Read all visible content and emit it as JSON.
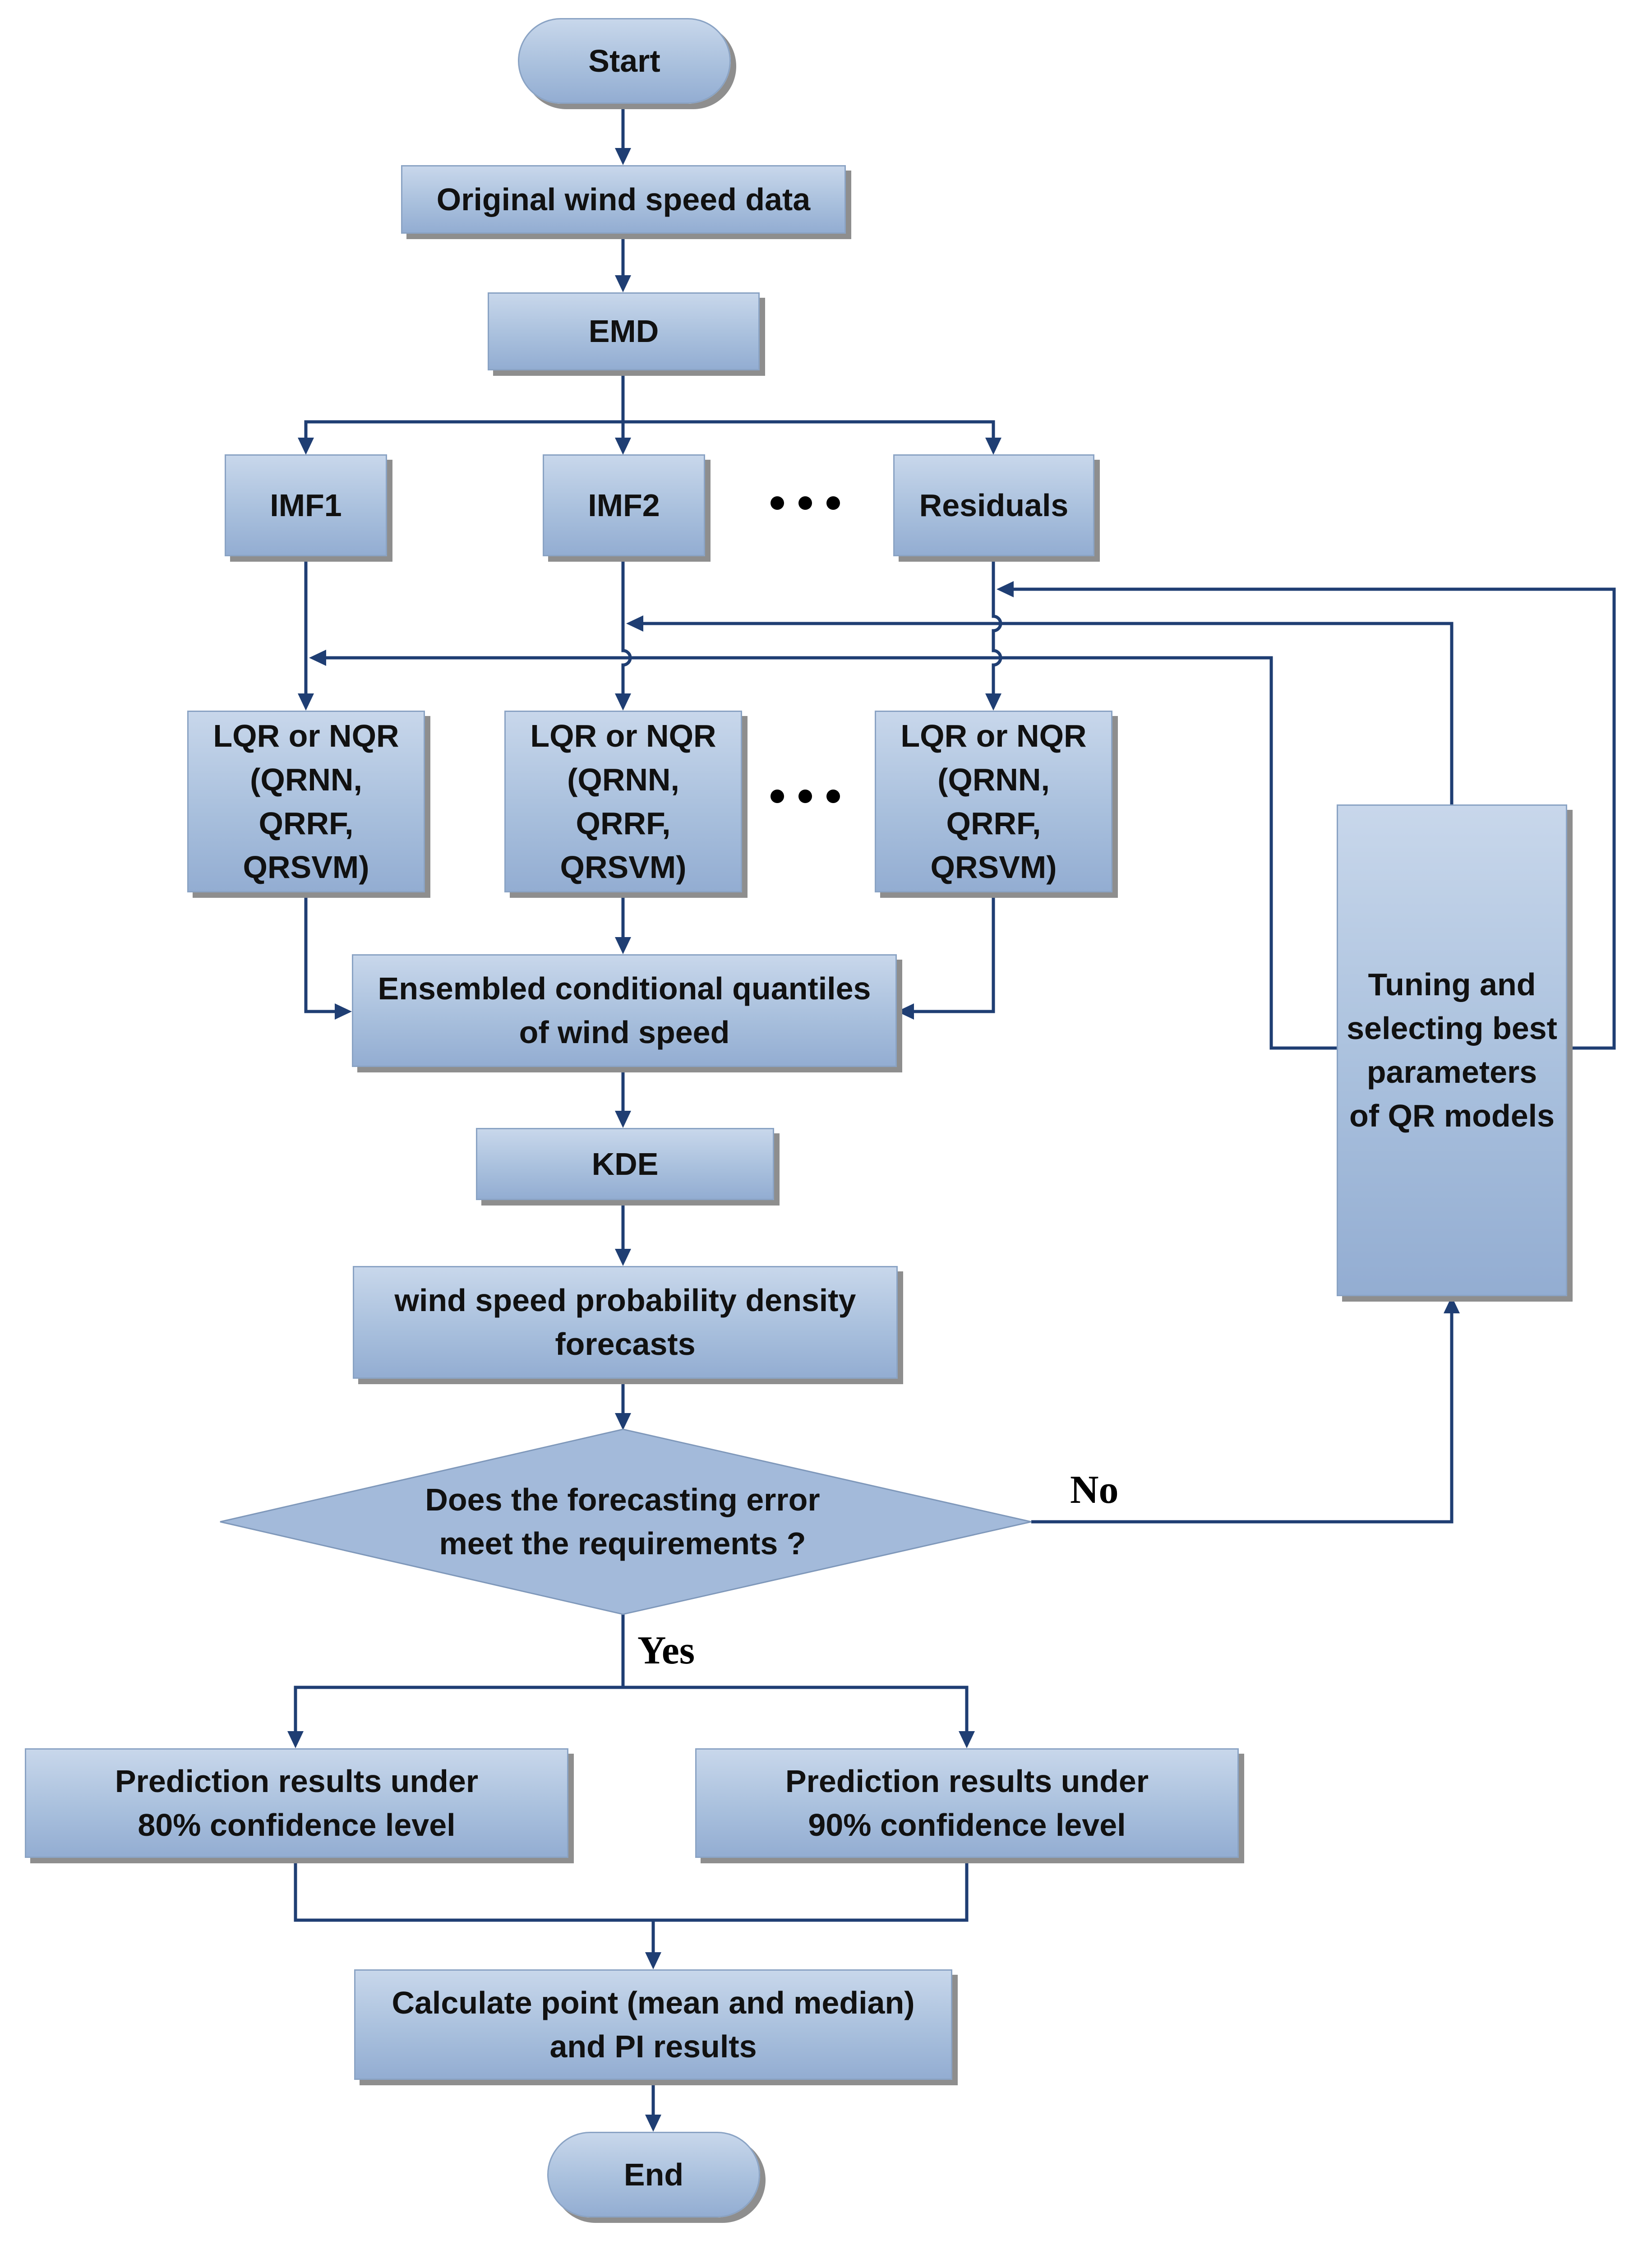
{
  "nodes": {
    "start": "Start",
    "original": "Original wind speed data",
    "emd": "EMD",
    "imf1": "IMF1",
    "imf2": "IMF2",
    "residuals": "Residuals",
    "qr_model": [
      "LQR or NQR",
      "(QRNN,",
      "QRRF,",
      "QRSVM)"
    ],
    "ensembled": [
      "Ensembled conditional quantiles",
      "of wind speed"
    ],
    "kde": "KDE",
    "forecasts": [
      "wind speed probability density",
      "forecasts"
    ],
    "decision": [
      "Does the forecasting error",
      "meet the requirements ?"
    ],
    "tuning": [
      "Tuning and",
      "selecting best",
      "parameters",
      "of QR models"
    ],
    "pred80": [
      "Prediction results under",
      "80% confidence level"
    ],
    "pred90": [
      "Prediction results under",
      "90% confidence level"
    ],
    "calculate": [
      "Calculate point (mean and median)",
      "and PI results"
    ],
    "end": "End"
  },
  "labels": {
    "no": "No",
    "yes": "Yes"
  },
  "colors": {
    "connector": "#1f3e73",
    "box_fill_top": "#c8d7eb",
    "box_fill_bottom": "#93add2",
    "shadow": "#8e8e8e"
  }
}
